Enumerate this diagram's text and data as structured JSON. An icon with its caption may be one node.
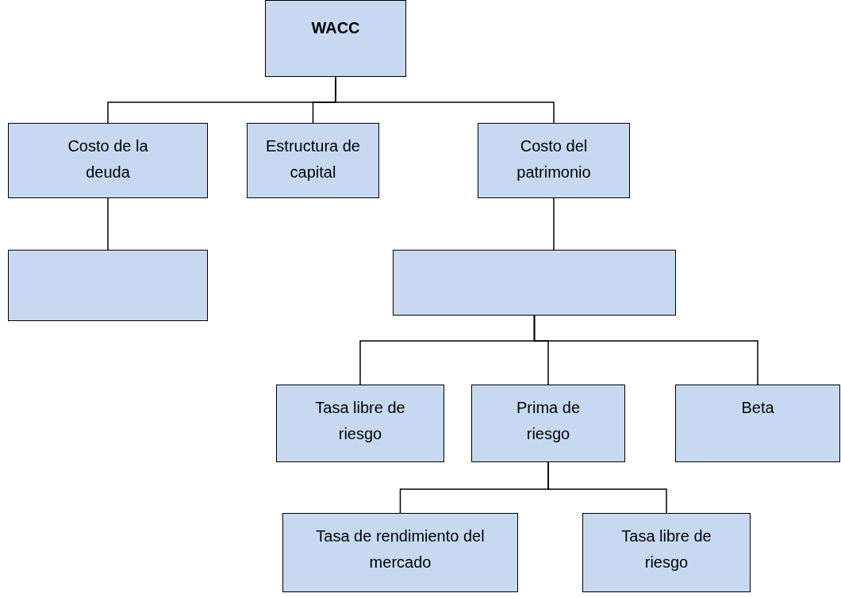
{
  "diagram": {
    "nodes": [
      {
        "text": [
          "WACC"
        ]
      },
      {
        "text": [
          "Costo de la deuda"
        ]
      },
      {
        "text": [
          "Estructura de capital"
        ]
      },
      {
        "text": [
          "Costo del patrimonio"
        ]
      },
      {
        "text": [],
        "shape": "box"
      },
      {
        "text": [],
        "shape": "box"
      },
      {
        "text": [
          "Tasa libre de riesgo"
        ]
      },
      {
        "text": [
          "Prima de riesgo"
        ]
      },
      {
        "text": [
          "Beta"
        ]
      },
      {
        "text": [
          "Tasa de rendimiento del mercado"
        ]
      },
      {
        "text": [
          "Tasa libre de riesgo"
        ]
      }
    ],
    "edges": [
      {
        "from": 0,
        "to": 1,
        "arrow": "none"
      },
      {
        "from": 0,
        "to": 2,
        "arrow": "none"
      },
      {
        "from": 0,
        "to": 3,
        "arrow": "none"
      },
      {
        "from": 1,
        "to": 4,
        "arrow": "none"
      },
      {
        "from": 3,
        "to": 5,
        "arrow": "none"
      },
      {
        "from": 5,
        "to": 6,
        "arrow": "none"
      },
      {
        "from": 5,
        "to": 7,
        "arrow": "none"
      },
      {
        "from": 5,
        "to": 8,
        "arrow": "none"
      },
      {
        "from": 7,
        "to": 9,
        "arrow": "none"
      },
      {
        "from": 7,
        "to": 10,
        "arrow": "none"
      }
    ]
  }
}
